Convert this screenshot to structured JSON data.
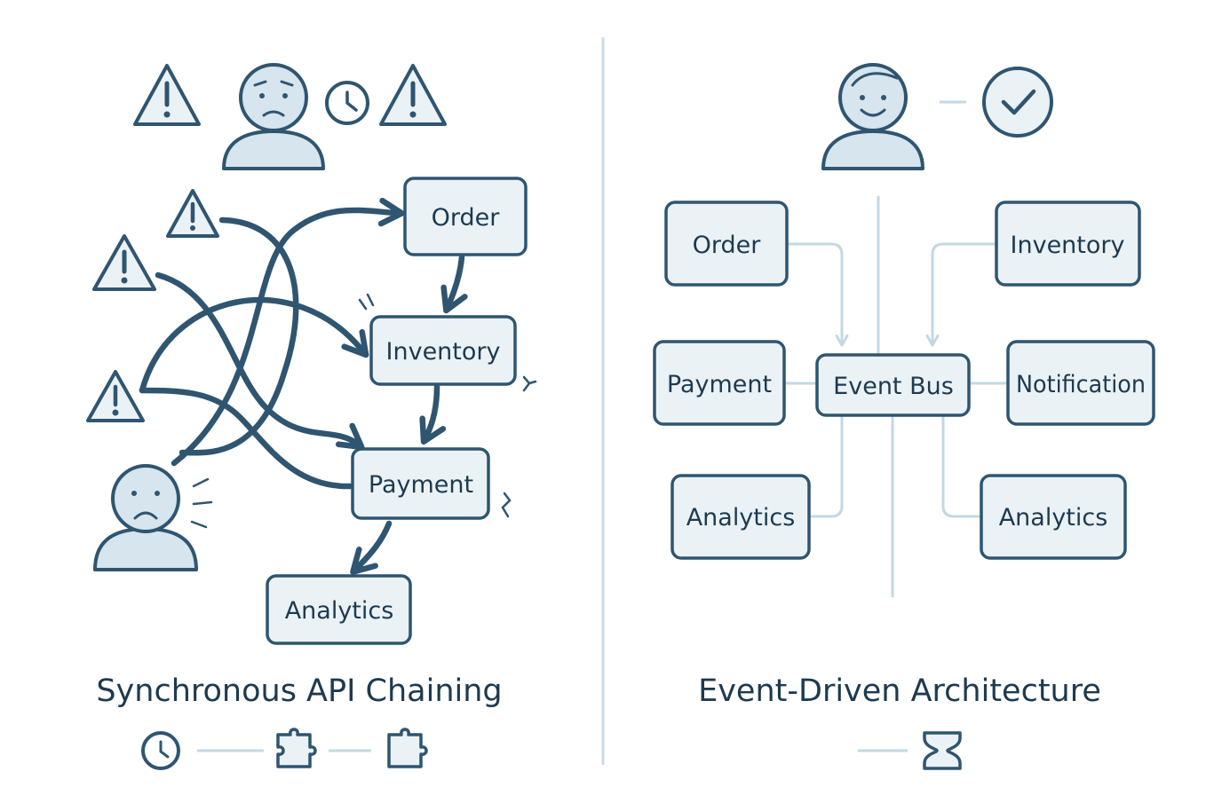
{
  "colors": {
    "ink": "#2f5570",
    "box_fill": "#eaf2f6",
    "box_stroke": "#2f5570",
    "person_fill": "#d6e5ee",
    "light_line": "#c3d8e3",
    "divider": "#c9dbe5",
    "text": "#1d3a4f"
  },
  "left": {
    "title": "Synchronous API Chaining",
    "nodes": {
      "order": "Order",
      "inventory": "Inventory",
      "payment": "Payment",
      "analytics": "Analytics"
    }
  },
  "right": {
    "title": "Event-Driven Architecture",
    "nodes": {
      "order": "Order",
      "inventory": "Inventory",
      "payment": "Payment",
      "event_bus": "Event Bus",
      "notification": "Notification",
      "analytics_left": "Analytics",
      "analytics_right": "Analytics"
    }
  },
  "icons": {
    "warning": "warning-triangle-icon",
    "clock": "clock-icon",
    "check": "check-circle-icon",
    "puzzle": "puzzle-piece-icon",
    "hourglass": "hourglass-icon",
    "sad_person": "sad-person-icon",
    "worried_person": "worried-person-icon",
    "happy_person": "happy-person-icon"
  }
}
